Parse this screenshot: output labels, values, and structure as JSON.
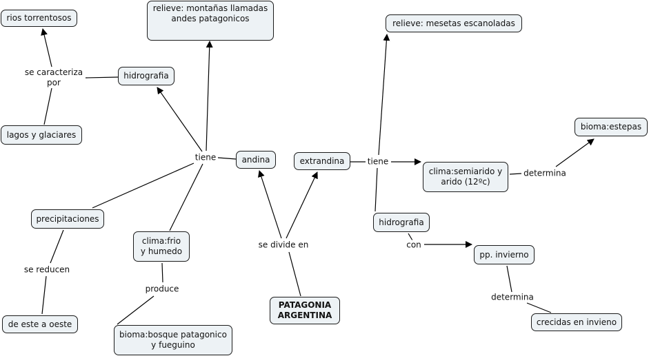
{
  "map": {
    "root": "PATAGONIA\nARGENTINA",
    "nodes": {
      "rios": "rios torrentosos",
      "relieve_andes": "relieve: montañas llamadas\nandes patagonicos",
      "hidro_left": "hidrografia",
      "lagos": "lagos y glaciares",
      "andina": "andina",
      "extrandina": "extrandina",
      "relieve_mesetas": "relieve: mesetas escanoladas",
      "estepas": "bioma:estepas",
      "clima_semi": "clima:semiarido y\narido (12ºc)",
      "precip": "precipitaciones",
      "clima_frio": "clima:frio\ny humedo",
      "hidro_right": "hidrografia",
      "pp_invierno": "pp. invierno",
      "este_oeste": "de este a oeste",
      "bosque": "bioma:bosque patagonico\ny fueguino",
      "crecidas": "crecidas en invieno"
    },
    "links": {
      "se_caracteriza": "se caracteriza\npor",
      "tiene_left": "tiene",
      "tiene_right": "tiene",
      "se_divide": "se divide en",
      "determina_top": "determina",
      "determina_bottom": "determina",
      "se_reducen": "se reducen",
      "produce": "produce",
      "con": "con"
    },
    "colors": {
      "node_fill": "#edf2f5",
      "line": "#000000"
    }
  }
}
